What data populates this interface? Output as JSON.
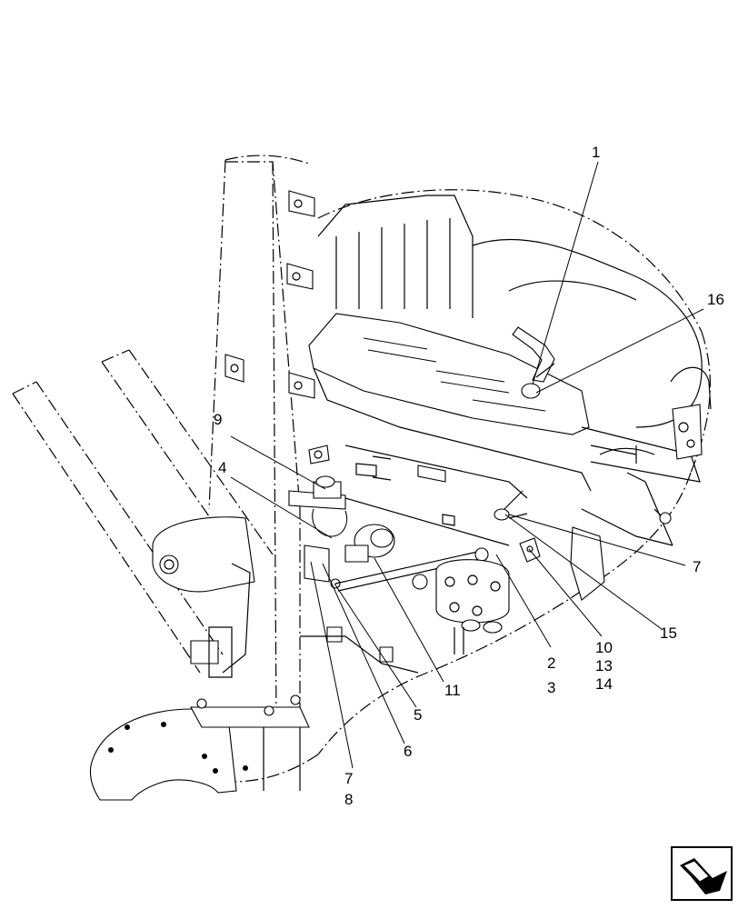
{
  "callouts": {
    "c1": "1",
    "c16": "16",
    "c9": "9",
    "c4": "4",
    "c7a": "7",
    "c15": "15",
    "c10": "10",
    "c13": "13",
    "c14": "14",
    "c2": "2",
    "c3": "3",
    "c11": "11",
    "c5": "5",
    "c6": "6",
    "c7b": "7",
    "c8": "8"
  },
  "icons": {
    "nav": "direction-arrow-icon"
  }
}
